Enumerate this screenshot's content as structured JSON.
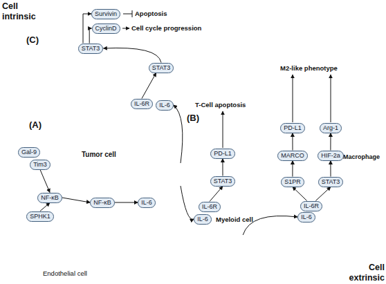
{
  "diagram": {
    "nodes": [
      {
        "text": [
          "(C)"
        ]
      },
      {
        "text": [
          "Survivin"
        ],
        "in": 0
      },
      {
        "text": [
          "CyclinD"
        ],
        "in": 0
      },
      {
        "text": [
          "STAT3"
        ],
        "in": 0
      },
      {
        "text": [
          "STAT3"
        ],
        "in": 0
      },
      {
        "text": [
          "IL-6R"
        ],
        "in": 0
      },
      {
        "text": [
          "IL-6"
        ],
        "in": 0
      },
      {
        "text": [
          "(A)",
          "Tumor cell"
        ]
      },
      {
        "text": [
          "Gal-9"
        ],
        "in": 7
      },
      {
        "text": [
          "Tim3"
        ],
        "in": 7
      },
      {
        "text": [
          "NF-κB"
        ],
        "in": 7
      },
      {
        "text": [
          "SPHK1"
        ],
        "in": 7
      },
      {
        "text": [
          "NF-κB"
        ],
        "in": 7
      },
      {
        "text": [
          "IL-6"
        ],
        "in": 7
      },
      {
        "text": [
          "(B)",
          "Myeloid cell"
        ]
      },
      {
        "text": [
          "PD-L1"
        ],
        "in": 14
      },
      {
        "text": [
          "STAT3"
        ],
        "in": 14
      },
      {
        "text": [
          "IL-6R"
        ],
        "in": 14
      },
      {
        "text": [
          "IL-6"
        ],
        "in": 14
      },
      {
        "text": [
          "Macrophage"
        ]
      },
      {
        "text": [
          "PD-L1"
        ],
        "in": 19
      },
      {
        "text": [
          "Arg-1"
        ],
        "in": 19
      },
      {
        "text": [
          "MARCO"
        ],
        "in": 19
      },
      {
        "text": [
          "HIF-2a"
        ],
        "in": 19
      },
      {
        "text": [
          "S1PR"
        ],
        "in": 19
      },
      {
        "text": [
          "STAT3"
        ],
        "in": 19
      },
      {
        "text": [
          "IL-6R"
        ],
        "in": 19
      },
      {
        "text": [
          "IL-6"
        ],
        "in": 19
      },
      {
        "text": [
          "Endothelial cell"
        ]
      }
    ],
    "edges": [
      {
        "from": 9,
        "to": 10,
        "arrow": "to"
      },
      {
        "from": 11,
        "to": 10,
        "arrow": "to"
      },
      {
        "from": 10,
        "to": 12,
        "arrow": "to"
      },
      {
        "from": 12,
        "to": 13,
        "arrow": "to"
      },
      {
        "from": 7,
        "to": 6,
        "arrow": "to"
      },
      {
        "from": 7,
        "to": 18,
        "arrow": "to"
      },
      {
        "from": 5,
        "to": 4,
        "arrow": "to"
      },
      {
        "from": 4,
        "to": 3,
        "arrow": "to"
      },
      {
        "from": 3,
        "to": 1,
        "arrow": "to"
      },
      {
        "from": 3,
        "to": 2,
        "arrow": "to"
      },
      {
        "from": 17,
        "to": 16,
        "arrow": "to"
      },
      {
        "from": 16,
        "to": 15,
        "arrow": "to"
      },
      {
        "from": 26,
        "to": 24,
        "arrow": "to"
      },
      {
        "from": 26,
        "to": 25,
        "arrow": "to"
      },
      {
        "from": 24,
        "to": 22,
        "arrow": "to"
      },
      {
        "from": 25,
        "to": 23,
        "arrow": "to"
      },
      {
        "from": 22,
        "to": 20,
        "arrow": "to"
      },
      {
        "from": 23,
        "to": 21,
        "arrow": "to"
      },
      {
        "from": 28,
        "to": 27,
        "arrow": "to"
      }
    ],
    "labels": [
      "Cell intrinsic",
      "Cell extrinsic",
      "Apoptosis",
      "Cell cycle progression",
      "T-Cell apoptosis",
      "M2-like phenotype"
    ]
  }
}
